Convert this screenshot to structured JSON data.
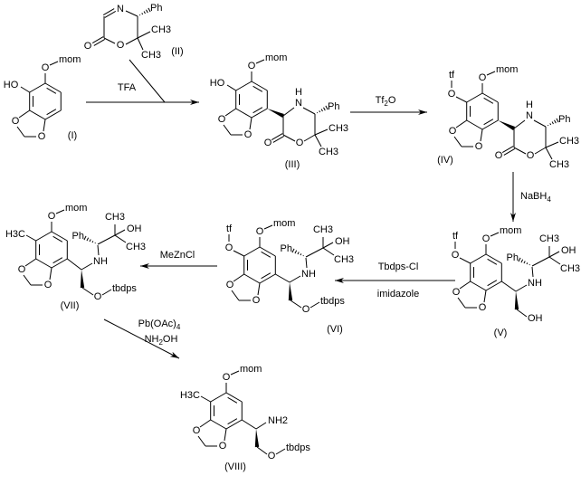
{
  "compounds": {
    "I": {
      "label": "(I)",
      "atoms": {
        "o_top": "O",
        "mom": "mom",
        "ul": "HO",
        "o_a": "O",
        "o_b": "O"
      }
    },
    "II": {
      "label": "(II)",
      "atoms": {
        "n": "N",
        "ph": "Ph",
        "me1": "CH3",
        "me2": "CH3",
        "o_ring": "O",
        "o_keto": "O"
      }
    },
    "III": {
      "label": "(III)",
      "atoms": {
        "o_top": "O",
        "mom": "mom",
        "ul": "HO",
        "o_a": "O",
        "o_b": "O",
        "h": "H",
        "n": "N",
        "ph": "Ph",
        "me1": "CH3",
        "me2": "CH3",
        "o_ring": "O",
        "o_keto": "O"
      }
    },
    "IV": {
      "label": "(IV)",
      "atoms": {
        "o_top": "O",
        "mom": "mom",
        "ul": "O",
        "tf": "tf",
        "o_a": "O",
        "o_b": "O",
        "h": "H",
        "n": "N",
        "ph": "Ph",
        "me1": "CH3",
        "me2": "CH3",
        "o_ring": "O",
        "o_keto": "O"
      }
    },
    "V": {
      "label": "(V)",
      "atoms": {
        "o_top": "O",
        "mom": "mom",
        "ul": "O",
        "tf": "tf",
        "o_a": "O",
        "o_b": "O",
        "nh": "NH",
        "ph": "Ph",
        "me_top": "CH3",
        "oh": "OH",
        "me": "CH3",
        "oh2": "OH"
      }
    },
    "VI": {
      "label": "(VI)",
      "atoms": {
        "o_top": "O",
        "mom": "mom",
        "ul": "O",
        "tf": "tf",
        "o_a": "O",
        "o_b": "O",
        "nh": "NH",
        "ph": "Ph",
        "me_top": "CH3",
        "oh": "OH",
        "me": "CH3",
        "o_ether": "O",
        "tbdps": "tbdps"
      }
    },
    "VII": {
      "label": "(VII)",
      "atoms": {
        "o_top": "O",
        "mom": "mom",
        "ul": "H3C",
        "o_a": "O",
        "o_b": "O",
        "nh": "NH",
        "ph": "Ph",
        "me_top": "CH3",
        "oh": "OH",
        "me": "CH3",
        "o_ether": "O",
        "tbdps": "tbdps"
      }
    },
    "VIII": {
      "label": "(VIII)",
      "atoms": {
        "o_top": "O",
        "mom": "mom",
        "ul": "H3C",
        "o_a": "O",
        "o_b": "O",
        "nh2": "NH2",
        "o_ether": "O",
        "tbdps": "tbdps"
      }
    }
  },
  "reagents": {
    "tfa": "TFA",
    "tf2o": "Tf2O",
    "nabh4": "NaBH4",
    "tbdps_cl": "Tbdps-Cl",
    "imidazole": "imidazole",
    "meznc l": "MeZnCl",
    "pb_oac4": "Pb(OAc)4",
    "nh2oh": "NH2OH"
  },
  "colors": {
    "ink": "#000000",
    "background": "#ffffff"
  }
}
